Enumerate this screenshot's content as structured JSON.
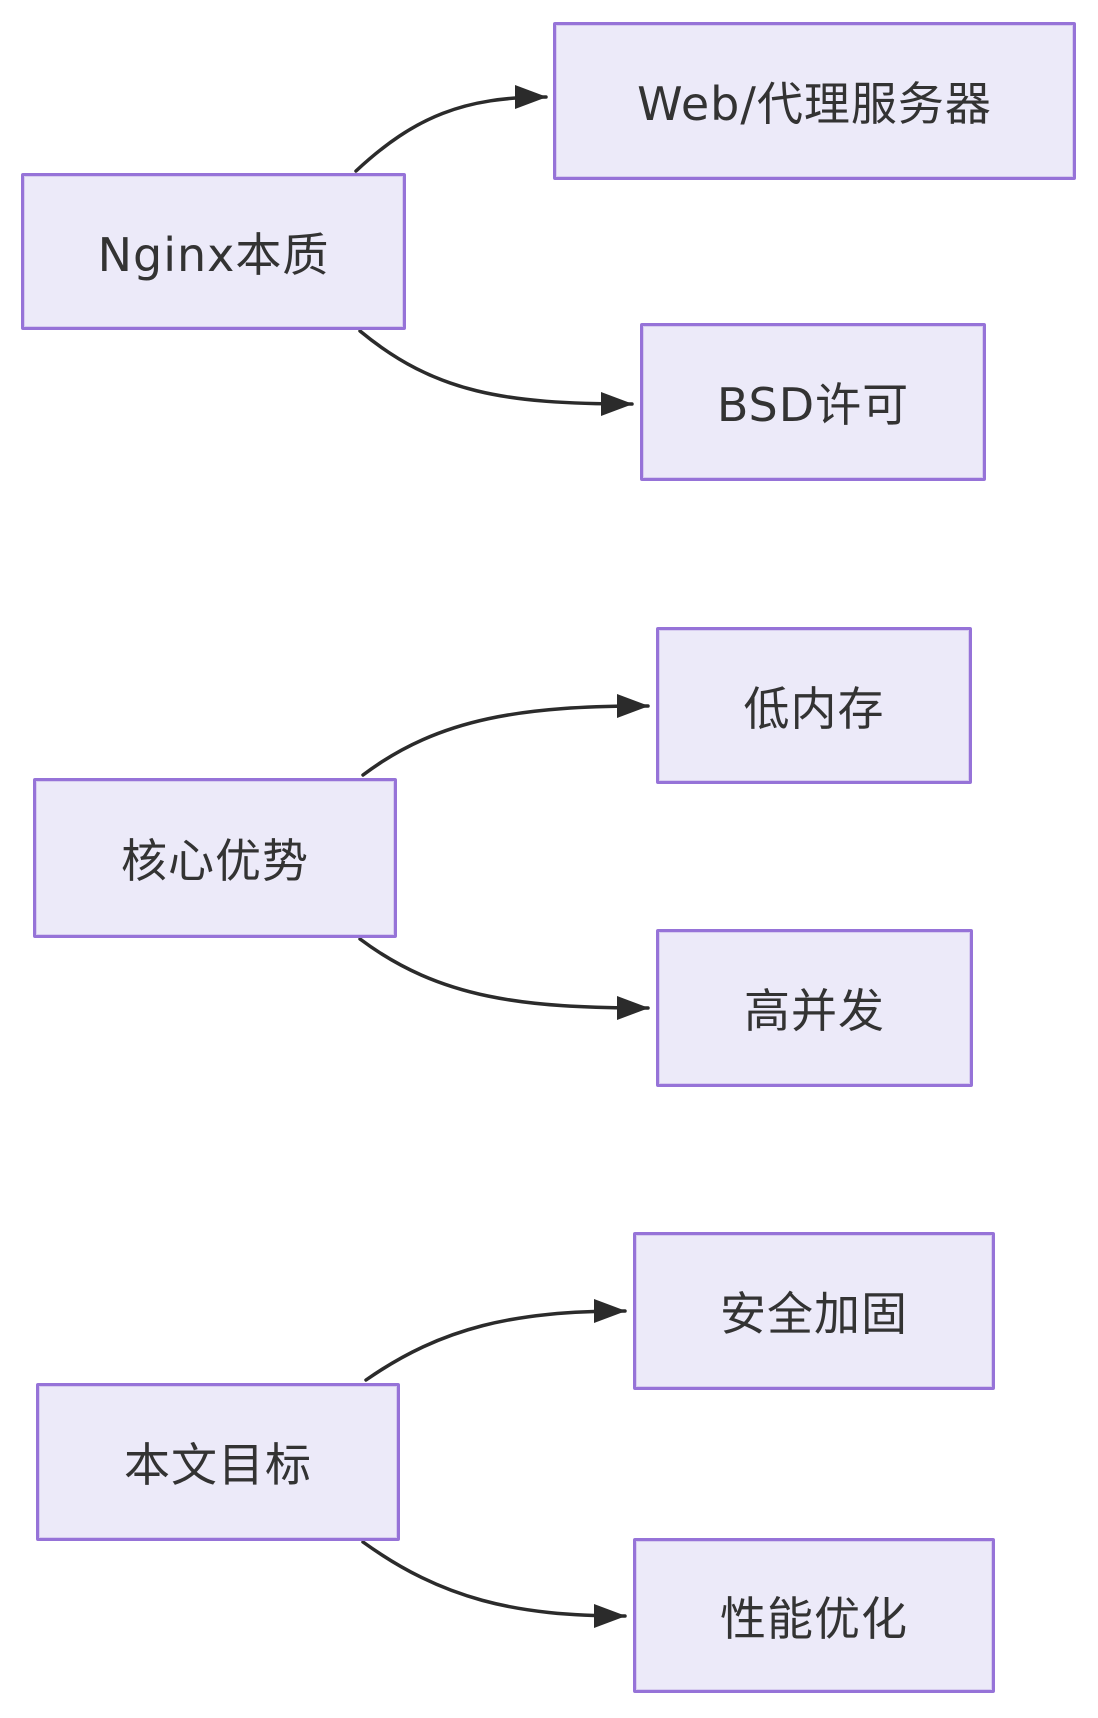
{
  "diagram": {
    "type": "flowchart",
    "colors": {
      "background": "#ffffff",
      "node_fill": "#eceaf9",
      "node_border": "#9673d8",
      "text": "#333333",
      "arrow": "#2b2b2b"
    },
    "nodes": [
      {
        "id": "nginx-essence",
        "label": "Nginx本质"
      },
      {
        "id": "web-proxy-server",
        "label": "Web/代理服务器"
      },
      {
        "id": "bsd-license",
        "label": "BSD许可"
      },
      {
        "id": "core-advantages",
        "label": "核心优势"
      },
      {
        "id": "low-memory",
        "label": "低内存"
      },
      {
        "id": "high-concurrency",
        "label": "高并发"
      },
      {
        "id": "article-goals",
        "label": "本文目标"
      },
      {
        "id": "security-hardening",
        "label": "安全加固"
      },
      {
        "id": "performance-optimization",
        "label": "性能优化"
      }
    ],
    "edges": [
      {
        "from": "nginx-essence",
        "to": "web-proxy-server"
      },
      {
        "from": "nginx-essence",
        "to": "bsd-license"
      },
      {
        "from": "core-advantages",
        "to": "low-memory"
      },
      {
        "from": "core-advantages",
        "to": "high-concurrency"
      },
      {
        "from": "article-goals",
        "to": "security-hardening"
      },
      {
        "from": "article-goals",
        "to": "performance-optimization"
      }
    ]
  }
}
